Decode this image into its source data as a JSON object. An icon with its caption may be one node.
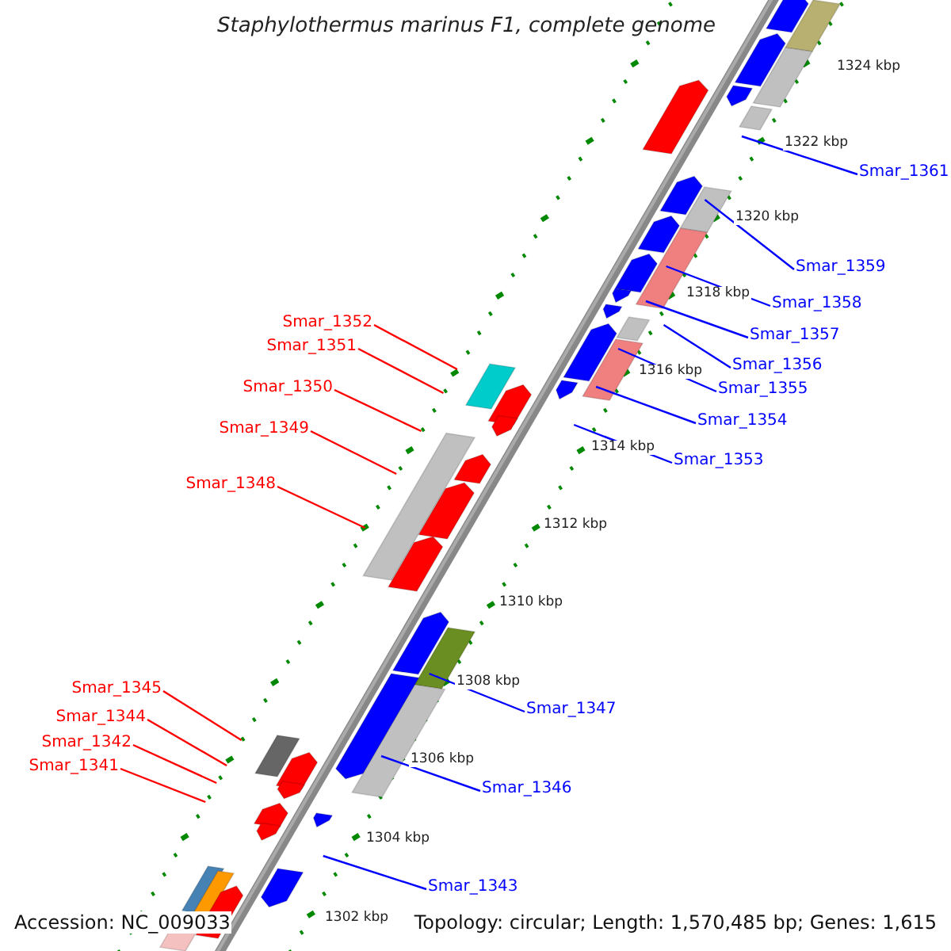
{
  "diagram": {
    "title": "Staphylothermus marinus F1, complete genome",
    "nodes": [
      {
        "text": [
          "Smar_1361"
        ]
      },
      {
        "text": [
          "Smar_1359"
        ]
      },
      {
        "text": [
          "Smar_1358"
        ]
      },
      {
        "text": [
          "Smar_1357"
        ]
      },
      {
        "text": [
          "Smar_1356"
        ]
      },
      {
        "text": [
          "Smar_1355"
        ]
      },
      {
        "text": [
          "Smar_1354"
        ]
      },
      {
        "text": [
          "Smar_1353"
        ]
      },
      {
        "text": [
          "Smar_1352"
        ]
      },
      {
        "text": [
          "Smar_1351"
        ]
      },
      {
        "text": [
          "Smar_1350"
        ]
      },
      {
        "text": [
          "Smar_1349"
        ]
      },
      {
        "text": [
          "Smar_1348"
        ]
      },
      {
        "text": [
          "Smar_1347"
        ]
      },
      {
        "text": [
          "Smar_1346"
        ]
      },
      {
        "text": [
          "Smar_1345"
        ]
      },
      {
        "text": [
          "Smar_1344"
        ]
      },
      {
        "text": [
          "Smar_1342"
        ]
      },
      {
        "text": [
          "Smar_1341"
        ]
      },
      {
        "text": [
          "Smar_1343"
        ]
      }
    ],
    "edges": [
      {
        "from": 0,
        "to": null,
        "arrow": "none"
      },
      {
        "from": 1,
        "to": null,
        "arrow": "none"
      },
      {
        "from": 2,
        "to": null,
        "arrow": "none"
      },
      {
        "from": 3,
        "to": null,
        "arrow": "none"
      },
      {
        "from": 4,
        "to": null,
        "arrow": "none"
      },
      {
        "from": 5,
        "to": null,
        "arrow": "none"
      },
      {
        "from": 6,
        "to": null,
        "arrow": "none"
      },
      {
        "from": 7,
        "to": null,
        "arrow": "none"
      },
      {
        "from": 8,
        "to": null,
        "arrow": "none",
        "color": "#ff0000"
      },
      {
        "from": 9,
        "to": null,
        "arrow": "none",
        "color": "#ff0000"
      },
      {
        "from": 10,
        "to": null,
        "arrow": "none",
        "color": "#ff0000"
      },
      {
        "from": 11,
        "to": null,
        "arrow": "none",
        "color": "#ff0000"
      },
      {
        "from": 12,
        "to": null,
        "arrow": "none",
        "color": "#ff0000"
      },
      {
        "from": 13,
        "to": null,
        "arrow": "none"
      },
      {
        "from": 14,
        "to": null,
        "arrow": "none"
      },
      {
        "from": 15,
        "to": null,
        "arrow": "none",
        "color": "#ff0000"
      },
      {
        "from": 16,
        "to": null,
        "arrow": "none",
        "color": "#ff0000"
      },
      {
        "from": 17,
        "to": null,
        "arrow": "none",
        "color": "#ff0000"
      },
      {
        "from": 18,
        "to": null,
        "arrow": "none",
        "color": "#ff0000"
      },
      {
        "from": 19,
        "to": null,
        "arrow": "none"
      }
    ],
    "labels": [
      "1324 kbp",
      "1322 kbp",
      "1320 kbp",
      "1318 kbp",
      "1316 kbp",
      "1314 kbp",
      "1312 kbp",
      "1310 kbp",
      "1308 kbp",
      "1306 kbp",
      "1304 kbp",
      "1302 kbp",
      "Accession: NC_009033",
      "Topology: circular; Length: 1,570,485 bp; Genes: 1,615"
    ]
  }
}
